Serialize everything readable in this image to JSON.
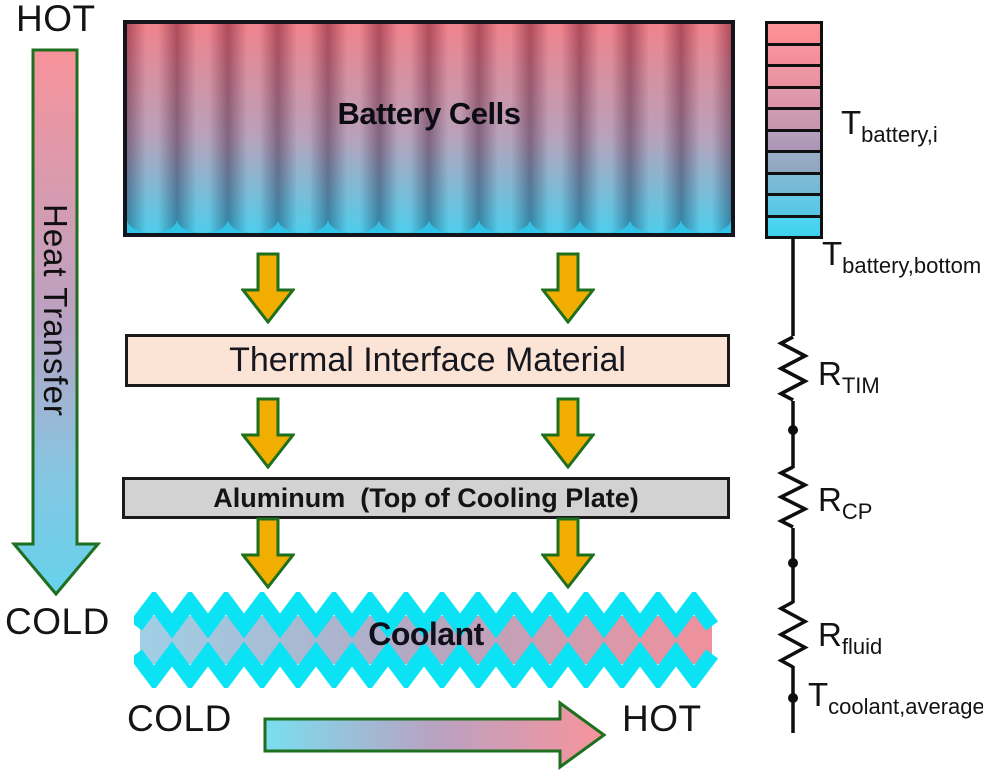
{
  "left_side": {
    "hot_label": "HOT",
    "heat_transfer_label": "Heat Transfer",
    "cold_label": "COLD"
  },
  "layers": {
    "battery": {
      "label": "Battery Cells",
      "cell_count": 12
    },
    "tim": {
      "label": "Thermal Interface Material"
    },
    "aluminum": {
      "label": "Aluminum  (Top of Cooling Plate)"
    },
    "coolant": {
      "label": "Coolant"
    }
  },
  "flow_direction": {
    "cold_label": "COLD",
    "hot_label": "HOT"
  },
  "circuit": {
    "t_battery_i": {
      "base": "T",
      "sub": "battery,i"
    },
    "t_battery_bottom": {
      "base": "T",
      "sub": "battery,bottom"
    },
    "r_tim": {
      "base": "R",
      "sub": "TIM"
    },
    "r_cp": {
      "base": "R",
      "sub": "CP"
    },
    "r_fluid": {
      "base": "R",
      "sub": "fluid"
    },
    "t_coolant_average": {
      "base": "T",
      "sub": "coolant,average"
    },
    "stack_colors": [
      "#FB8A91",
      "#F58B97",
      "#EB8E9E",
      "#DC91A7",
      "#C793AD",
      "#AC95B5",
      "#8FA5C1",
      "#72B7D4",
      "#55C5E5",
      "#3DD0EE"
    ]
  },
  "colors": {
    "hot-strong": "#F8939B",
    "cold-strong": "#66D2EC",
    "cold-soft": "#85C6E2",
    "mid-lavender": "#B9A2C2",
    "flow-cold": "#7ADEF0",
    "coolant-left": "#9FCFE6",
    "coolant-mid": "#B3A7C2",
    "coolant-right": "#F0909B",
    "cell-top": "#EE6B76",
    "cell-mid": "#A891AE",
    "cell-bottom": "#2CC4E8",
    "arrow-yellow": "#F2AE00",
    "outline-green": "#1E6F1E",
    "zigzag-cyan": "#0BE3F5",
    "tim-fill": "#FBE4D5",
    "aluminum-fill": "#D2D2D2"
  }
}
